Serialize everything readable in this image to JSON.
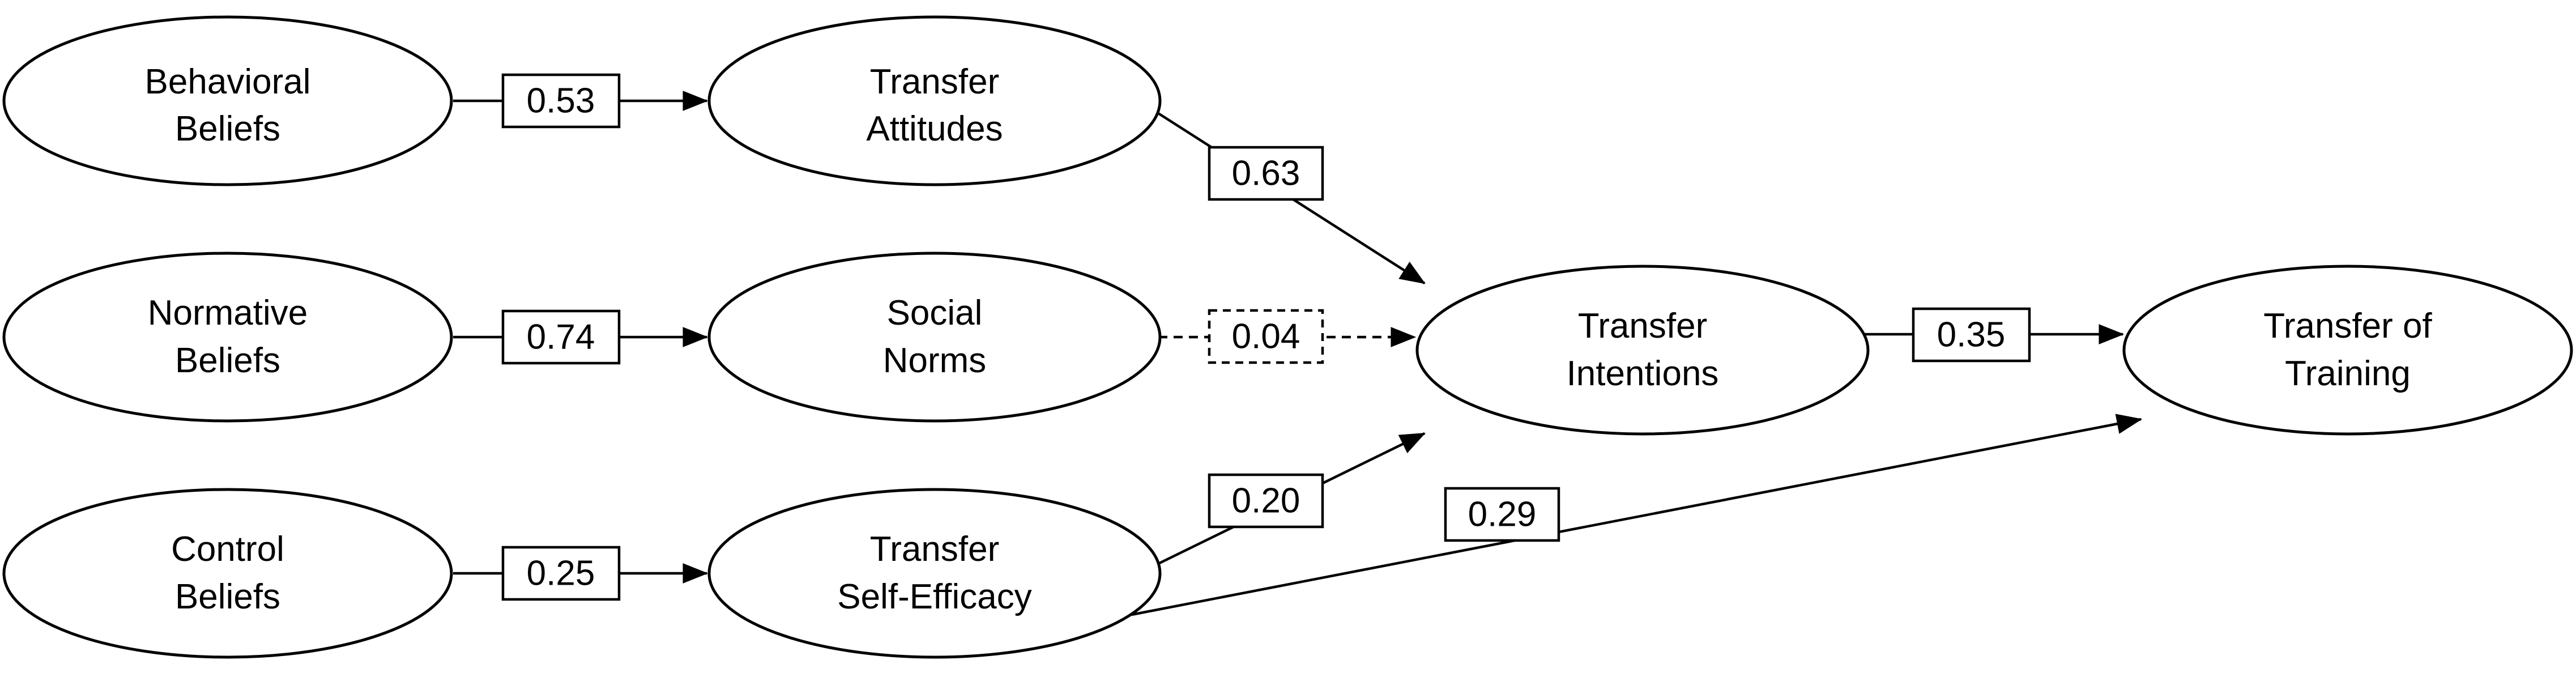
{
  "nodes": {
    "behavioral_beliefs": {
      "line1": "Behavioral",
      "line2": "Beliefs"
    },
    "normative_beliefs": {
      "line1": "Normative",
      "line2": "Beliefs"
    },
    "control_beliefs": {
      "line1": "Control",
      "line2": "Beliefs"
    },
    "transfer_attitudes": {
      "line1": "Transfer",
      "line2": "Attitudes"
    },
    "social_norms": {
      "line1": "Social",
      "line2": "Norms"
    },
    "transfer_self_efficacy": {
      "line1": "Transfer",
      "line2": "Self-Efficacy"
    },
    "transfer_intentions": {
      "line1": "Transfer",
      "line2": "Intentions"
    },
    "transfer_of_training": {
      "line1": "Transfer of",
      "line2": "Training"
    }
  },
  "edges": {
    "behavioral_to_attitudes": {
      "coefficient": "0.53",
      "style": "solid"
    },
    "normative_to_norms": {
      "coefficient": "0.74",
      "style": "solid"
    },
    "control_to_self_efficacy": {
      "coefficient": "0.25",
      "style": "solid"
    },
    "attitudes_to_intentions": {
      "coefficient": "0.63",
      "style": "solid"
    },
    "norms_to_intentions": {
      "coefficient": "0.04",
      "style": "dashed"
    },
    "self_efficacy_to_intentions": {
      "coefficient": "0.20",
      "style": "solid"
    },
    "self_efficacy_to_training": {
      "coefficient": "0.29",
      "style": "solid"
    },
    "intentions_to_training": {
      "coefficient": "0.35",
      "style": "solid"
    }
  }
}
